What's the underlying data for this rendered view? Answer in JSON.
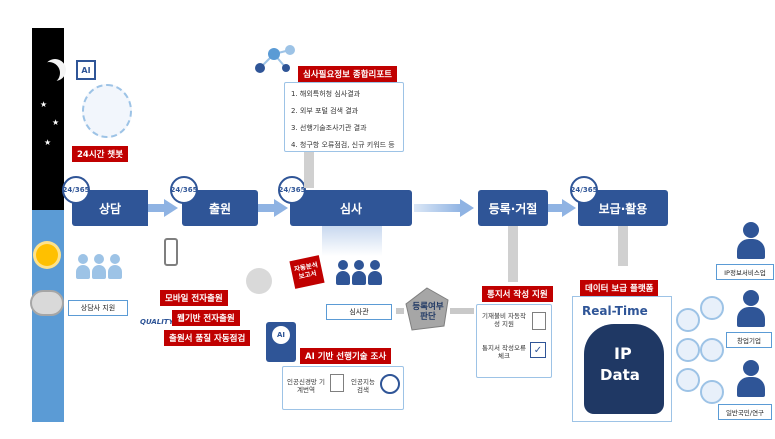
{
  "badges": {
    "b1": "24/365",
    "b2": "24/365",
    "b3": "24/365",
    "b4": "24/365"
  },
  "stages": {
    "consult": "상담",
    "apply": "출원",
    "exam": "심사",
    "register": "등록·거절",
    "spread": "보급·활용"
  },
  "chatbot": {
    "ai_label": "AI",
    "tag": "24시간 챗봇"
  },
  "consult_support": "상담사 지원",
  "filing": {
    "mobile": "모바일 전자출원",
    "web": "웹기반 전자출원",
    "quality": "출원서 품질 자동점검",
    "quality_logo": "QUALITY"
  },
  "report": {
    "title": "심사필요정보 종합리포트",
    "items": [
      "1. 해외특허청 심사결과",
      "2. 외부 포털 검색 결과",
      "3. 선행기술조사기관 결과",
      "4. 청구항 오류점검, 신규 키워드 등"
    ]
  },
  "auto_analysis": "자동분석 보고서",
  "examiner": "심사관",
  "decision": "등록여부 판단",
  "ai_prior": {
    "ai_label": "AI",
    "tag": "AI 기반 선행기술 조사",
    "translation": "인공신경망 기계번역",
    "search": "인공지능 검색"
  },
  "notice": {
    "tag": "통지서 작성 지원",
    "item1": "기재불비 자동작성 지원",
    "item2": "통지서 작성오류 체크"
  },
  "platform": {
    "tag": "데이터 보급 플랫폼",
    "realtime": "Real-Time",
    "ip": "IP",
    "data": "Data"
  },
  "users": {
    "u1": "IP정보서비스업",
    "u2": "창업기업",
    "u3": "일반국민/연구"
  },
  "colors": {
    "navy": "#2f5597",
    "red": "#c00000",
    "light_blue": "#8fb3e3"
  }
}
